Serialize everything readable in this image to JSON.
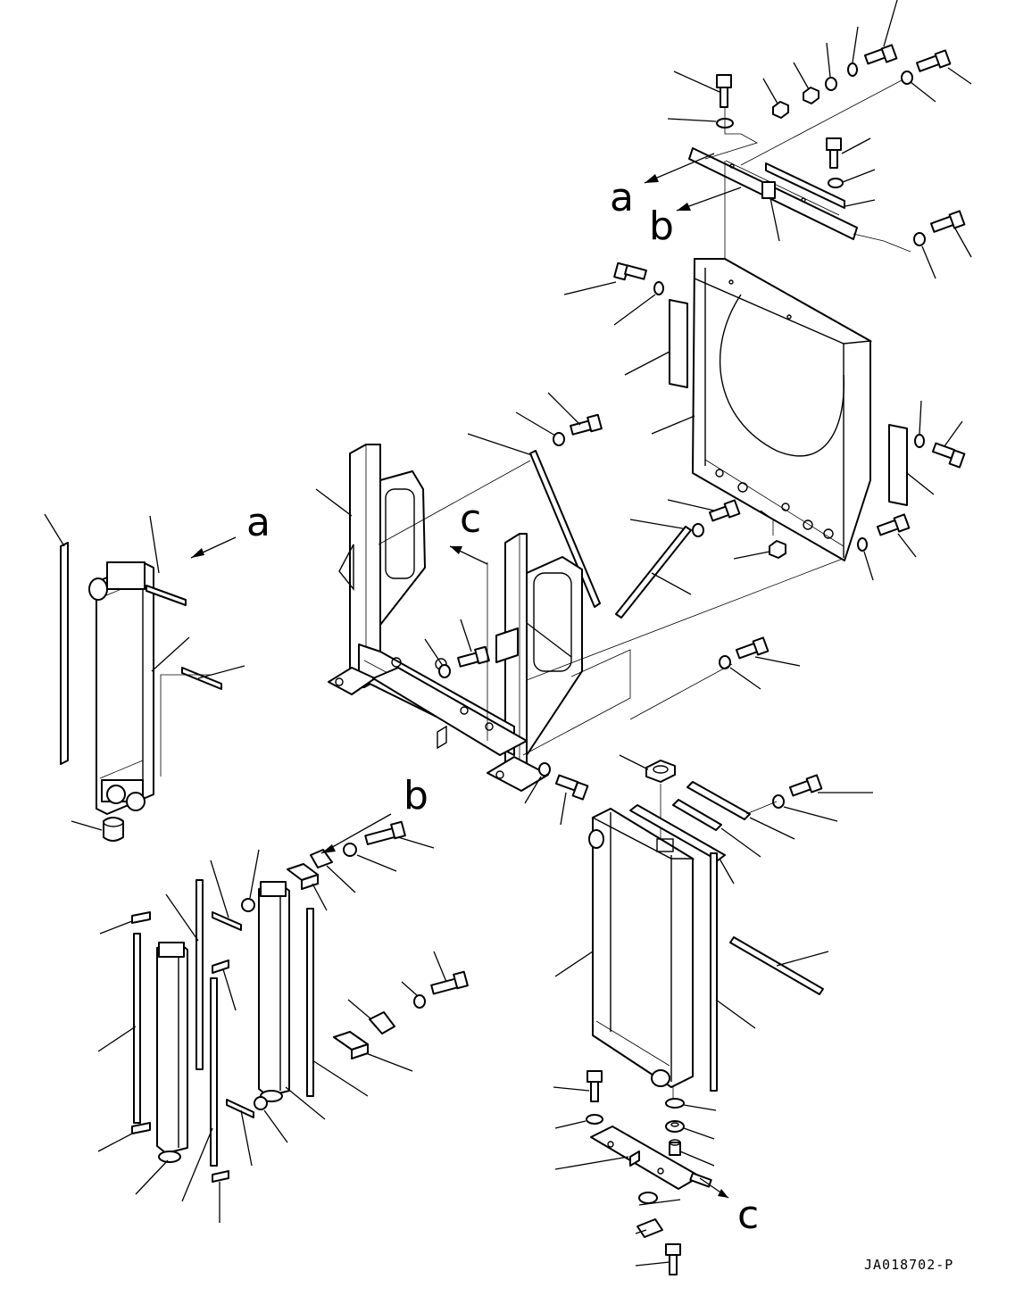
{
  "labels": {
    "a_top": "a",
    "b_top": "b",
    "a_left": "a",
    "c_mid": "c",
    "b_mid": "b",
    "c_bottom": "c"
  },
  "drawing_code": "JA018702-P"
}
